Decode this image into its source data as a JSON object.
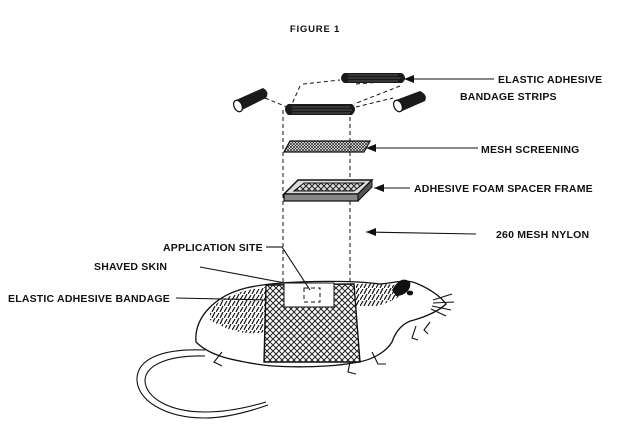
{
  "figure_title": "FIGURE 1",
  "labels": {
    "strips_line1": "ELASTIC ADHESIVE",
    "strips_line2": "BANDAGE STRIPS",
    "mesh_screening": "MESH SCREENING",
    "foam_frame": "ADHESIVE FOAM SPACER FRAME",
    "nylon": "260 MESH NYLON",
    "application_site": "APPLICATION SITE",
    "shaved_skin": "SHAVED SKIN",
    "bandage": "ELASTIC ADHESIVE BANDAGE"
  }
}
